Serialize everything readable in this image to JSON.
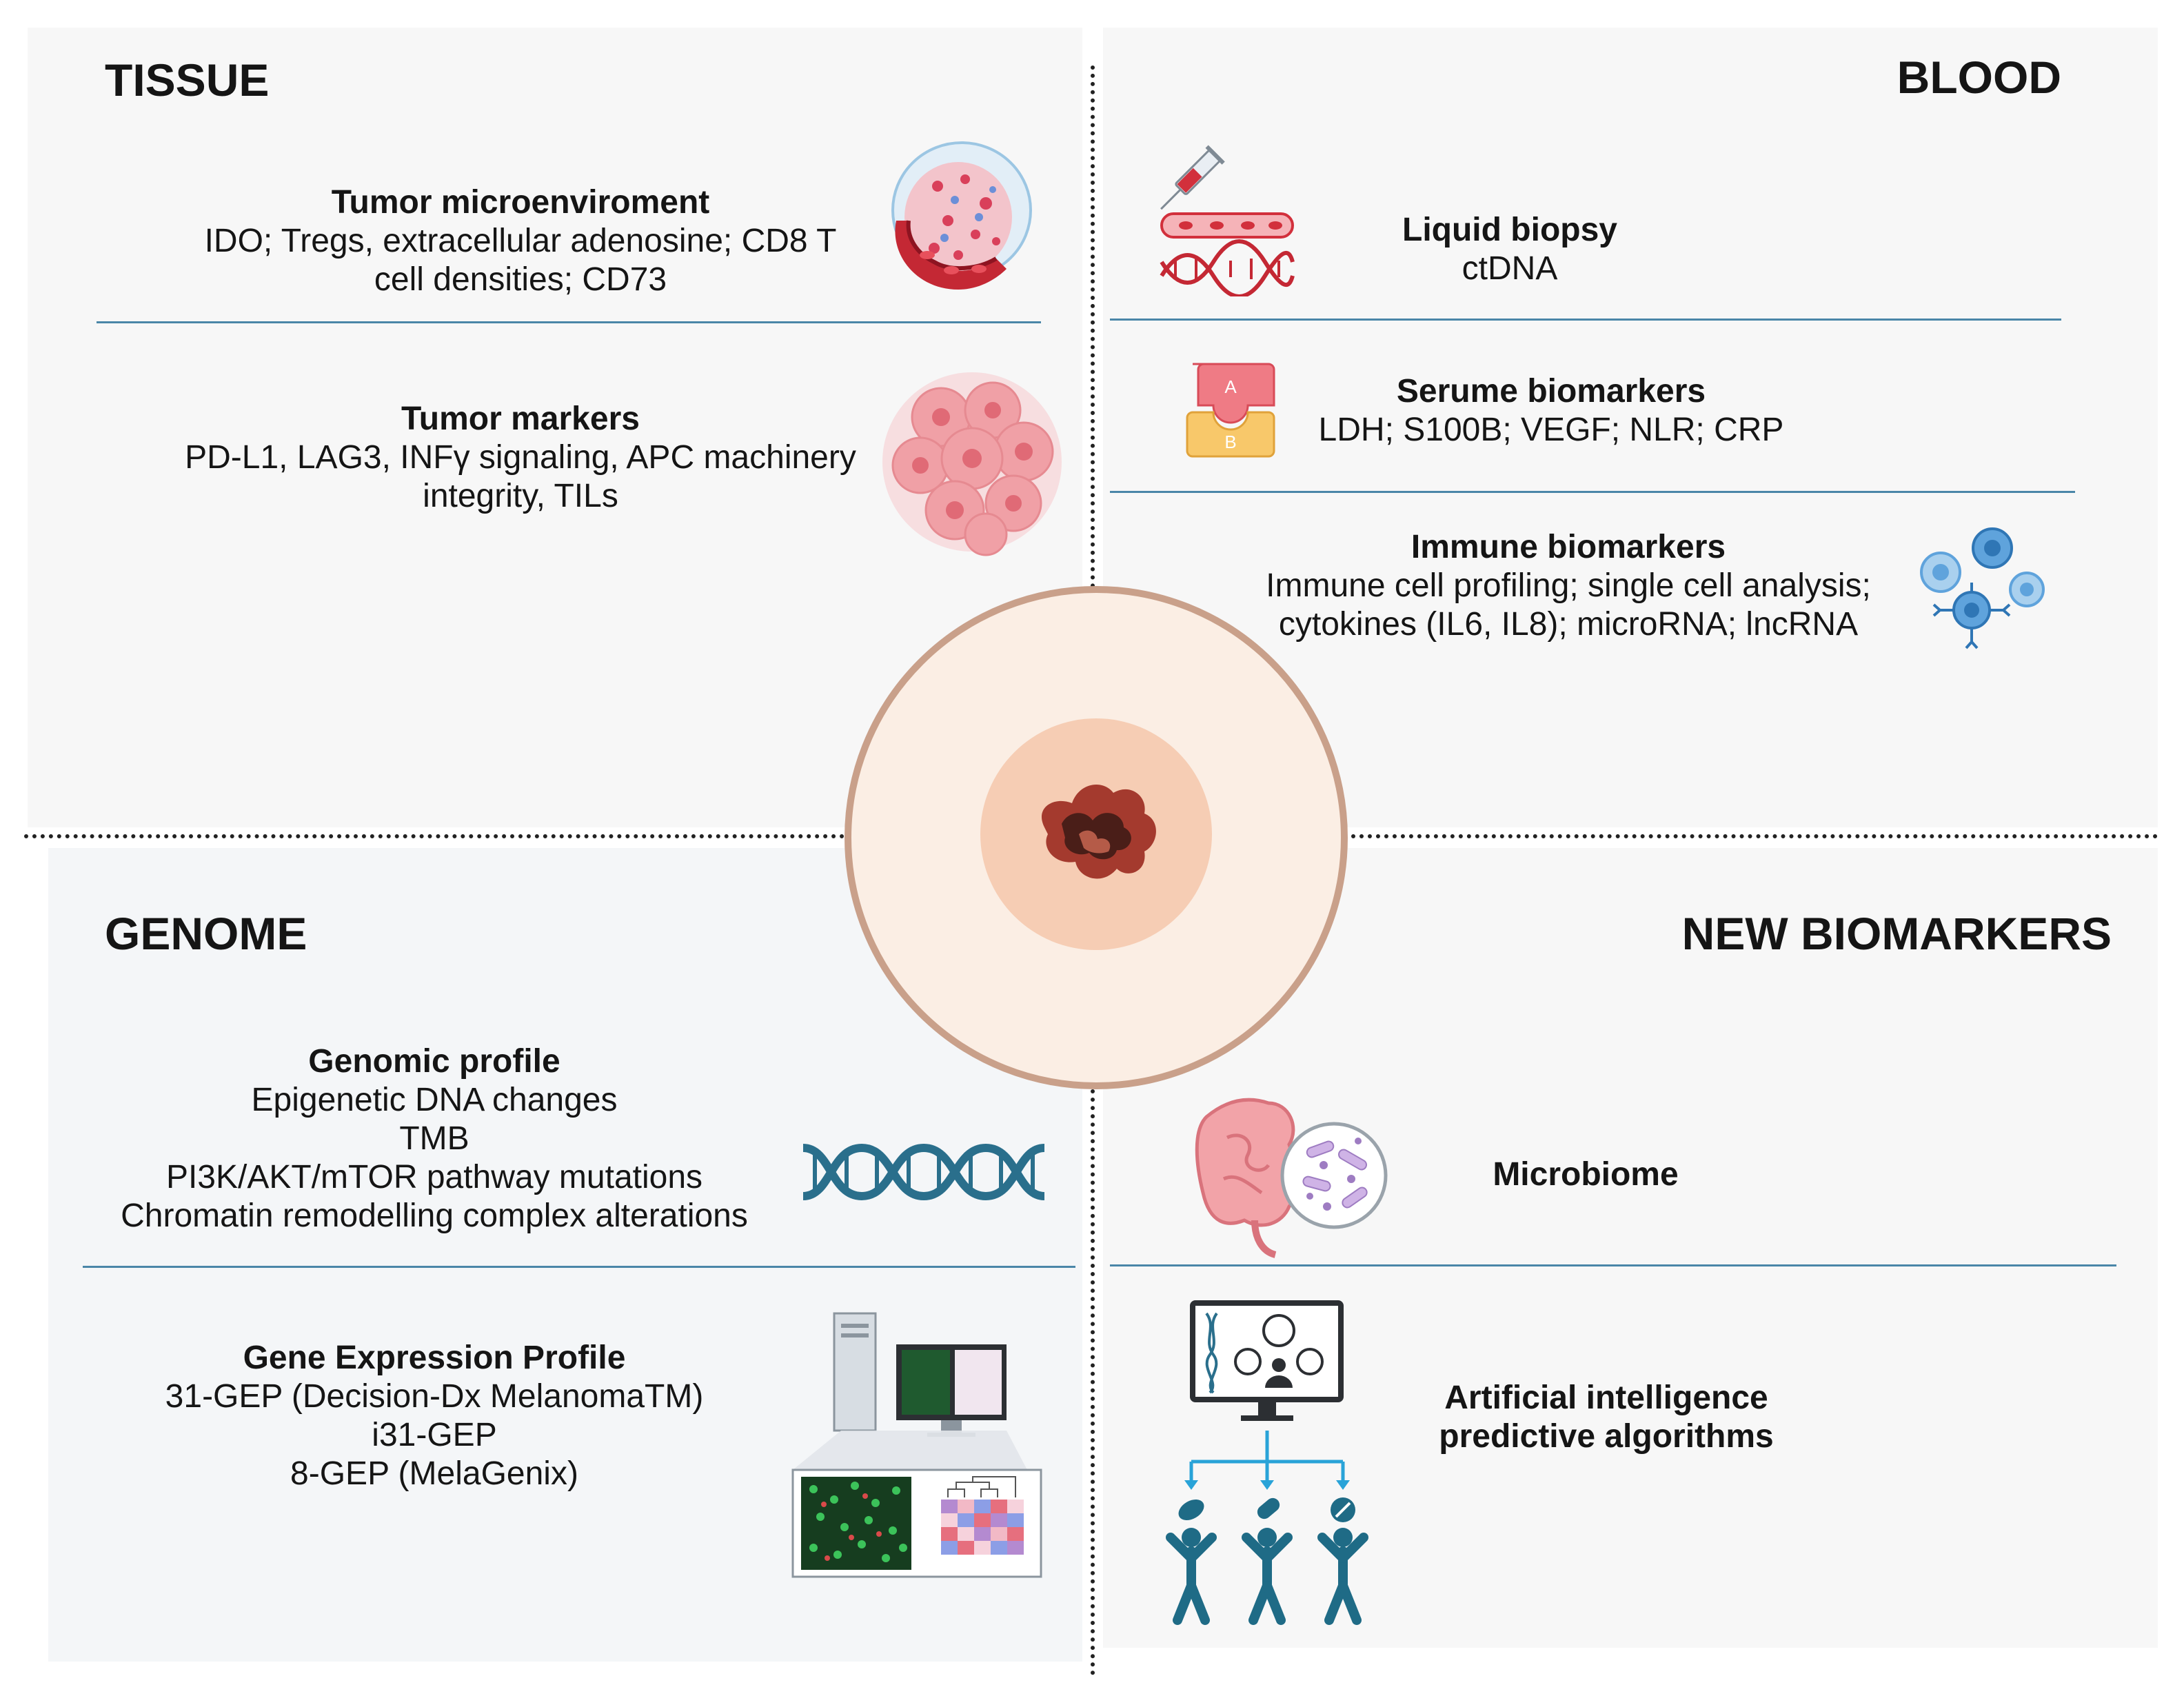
{
  "quadrants": {
    "tissue": {
      "heading": "TISSUE",
      "items": [
        {
          "title": "Tumor microenviroment",
          "lines": [
            "IDO; Tregs, extracellular adenosine; CD8 T",
            "cell densities; CD73"
          ]
        },
        {
          "title": "Tumor markers",
          "lines": [
            "PD-L1, LAG3, INFγ signaling, APC machinery",
            "integrity, TILs"
          ]
        }
      ]
    },
    "blood": {
      "heading": "BLOOD",
      "items": [
        {
          "title": "Liquid biopsy",
          "lines": [
            "ctDNA"
          ]
        },
        {
          "title": "Serume biomarkers",
          "lines": [
            "LDH; S100B; VEGF;  NLR; CRP"
          ]
        },
        {
          "title": "Immune biomarkers",
          "lines": [
            "Immune cell profiling; single cell analysis;",
            "cytokines (IL6, IL8); microRNA; lncRNA"
          ]
        }
      ],
      "serum_icon_letters": [
        "A",
        "B"
      ]
    },
    "genome": {
      "heading": "GENOME",
      "items": [
        {
          "title": "Genomic profile",
          "lines": [
            "Epigenetic DNA changes",
            "TMB",
            "PI3K/AKT/mTOR pathway mutations",
            "Chromatin remodelling complex alterations"
          ]
        },
        {
          "title": "Gene Expression Profile",
          "lines": [
            "31-GEP (Decision-Dx MelanomaTM)",
            "i31-GEP",
            "8-GEP (MelaGenix)"
          ]
        }
      ]
    },
    "new_biomarkers": {
      "heading": "NEW BIOMARKERS",
      "items": [
        {
          "title": "Microbiome",
          "lines": []
        },
        {
          "title": "Artificial intelligence",
          "lines": [
            "predictive algorithms"
          ]
        }
      ]
    }
  },
  "icons": {
    "tumor_microenvironment": "blood-vessel-tissue-icon",
    "tumor_markers": "tumor-cell-cluster-icon",
    "liquid_biopsy": "syringe-vessel-dna-icon",
    "serum": "antigen-antibody-icon",
    "immune": "immune-cells-icon",
    "genomic": "dna-helix-icon",
    "gep": "computer-heatmap-icon",
    "microbiome": "intestine-bacteria-icon",
    "ai": "ai-monitor-patients-icon",
    "center": "melanoma-lesion-icon"
  },
  "colors": {
    "separator": "#4a86a8",
    "dna_teal": "#2a6f8c",
    "tumor_pink": "#f0a0a6",
    "skin_ring": "#c9a08a",
    "skin_fill": "#fbeee4",
    "person_teal": "#1f6b86"
  }
}
